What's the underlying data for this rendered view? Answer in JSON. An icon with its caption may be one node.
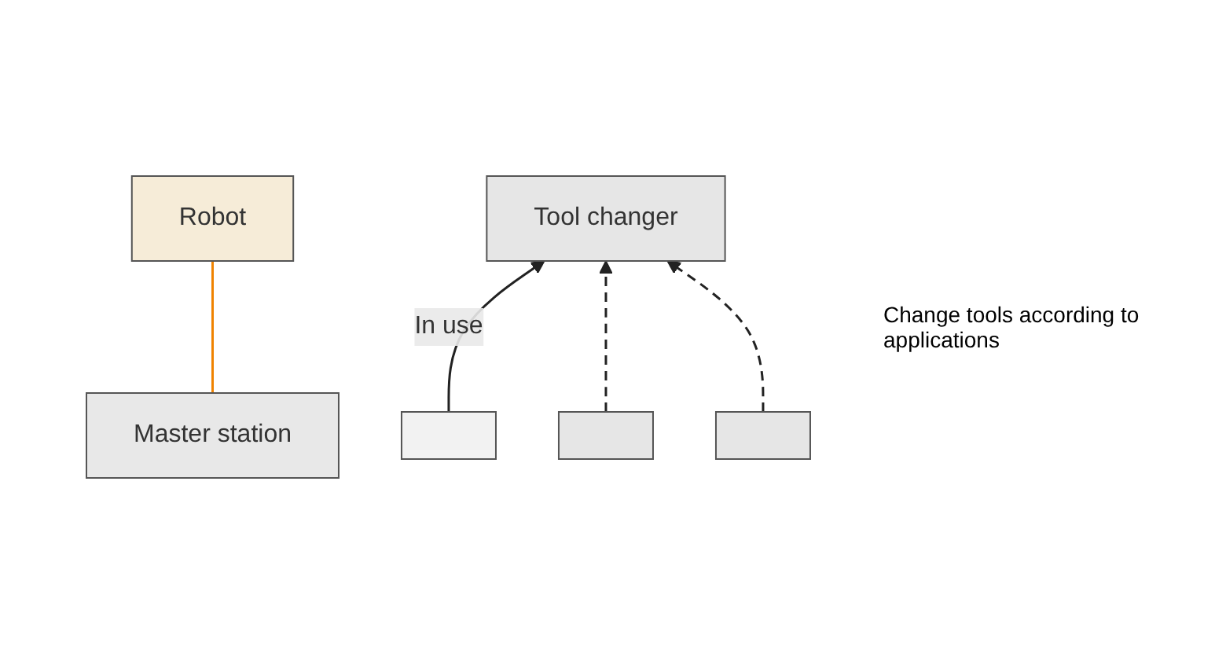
{
  "diagram": {
    "nodes": [
      {
        "text": [
          "Master station"
        ]
      },
      {
        "text": [
          "Robot"
        ]
      },
      {
        "text": [
          "Tool changer"
        ]
      },
      {
        "text": [],
        "shape": "box"
      },
      {
        "text": [],
        "shape": "box"
      },
      {
        "text": [],
        "shape": "box"
      }
    ],
    "edges": [
      {
        "from": 0,
        "to": 1,
        "arrow": "none",
        "color": "#f08300"
      },
      {
        "from": 3,
        "to": 2,
        "arrow": "to",
        "label": "In use"
      },
      {
        "from": 4,
        "to": 2,
        "arrow": "to",
        "style": "dashed"
      },
      {
        "from": 5,
        "to": 2,
        "arrow": "to",
        "style": "dashed"
      }
    ],
    "labels": [
      "Change tools according to applications"
    ]
  }
}
